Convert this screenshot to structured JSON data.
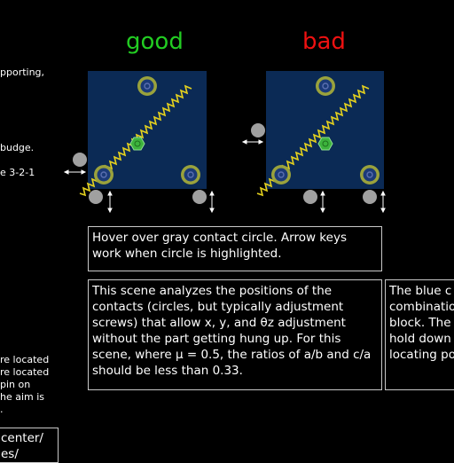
{
  "left_fragments": {
    "supporting": "pporting,",
    "budge": "budge.",
    "three_two_one": "e 3-2-1",
    "located_1": "re located",
    "located_2": "re located",
    "pin_on": "pin on",
    "aim_is": "he aim is",
    "dot": "."
  },
  "left_box": {
    "line1": "center/",
    "line2": "es/"
  },
  "good_heading": "good",
  "bad_heading": "bad",
  "colors": {
    "good": "#22cc22",
    "bad": "#ee1111",
    "block": "#0b2a55",
    "spring": "#e6d21e",
    "locator_ring": "#9aa23c",
    "contact": "#a0a0a0"
  },
  "hover_box": "Hover over gray contact circle. Arrow keys work when circle is highlighted.",
  "scene_box": "This scene analyzes the positions of the contacts (circles, but typically adjustment screws) that allow x, y, and θz adjustment without the part getting hung up. For this scene, where μ = 0.5, the ratios of a/b and c/a should be less than 0.33.",
  "right_box": {
    "line1": "The blue c",
    "line2": "combinatio",
    "line3": "block. The",
    "line4": "hold down",
    "line5": "locating po"
  }
}
